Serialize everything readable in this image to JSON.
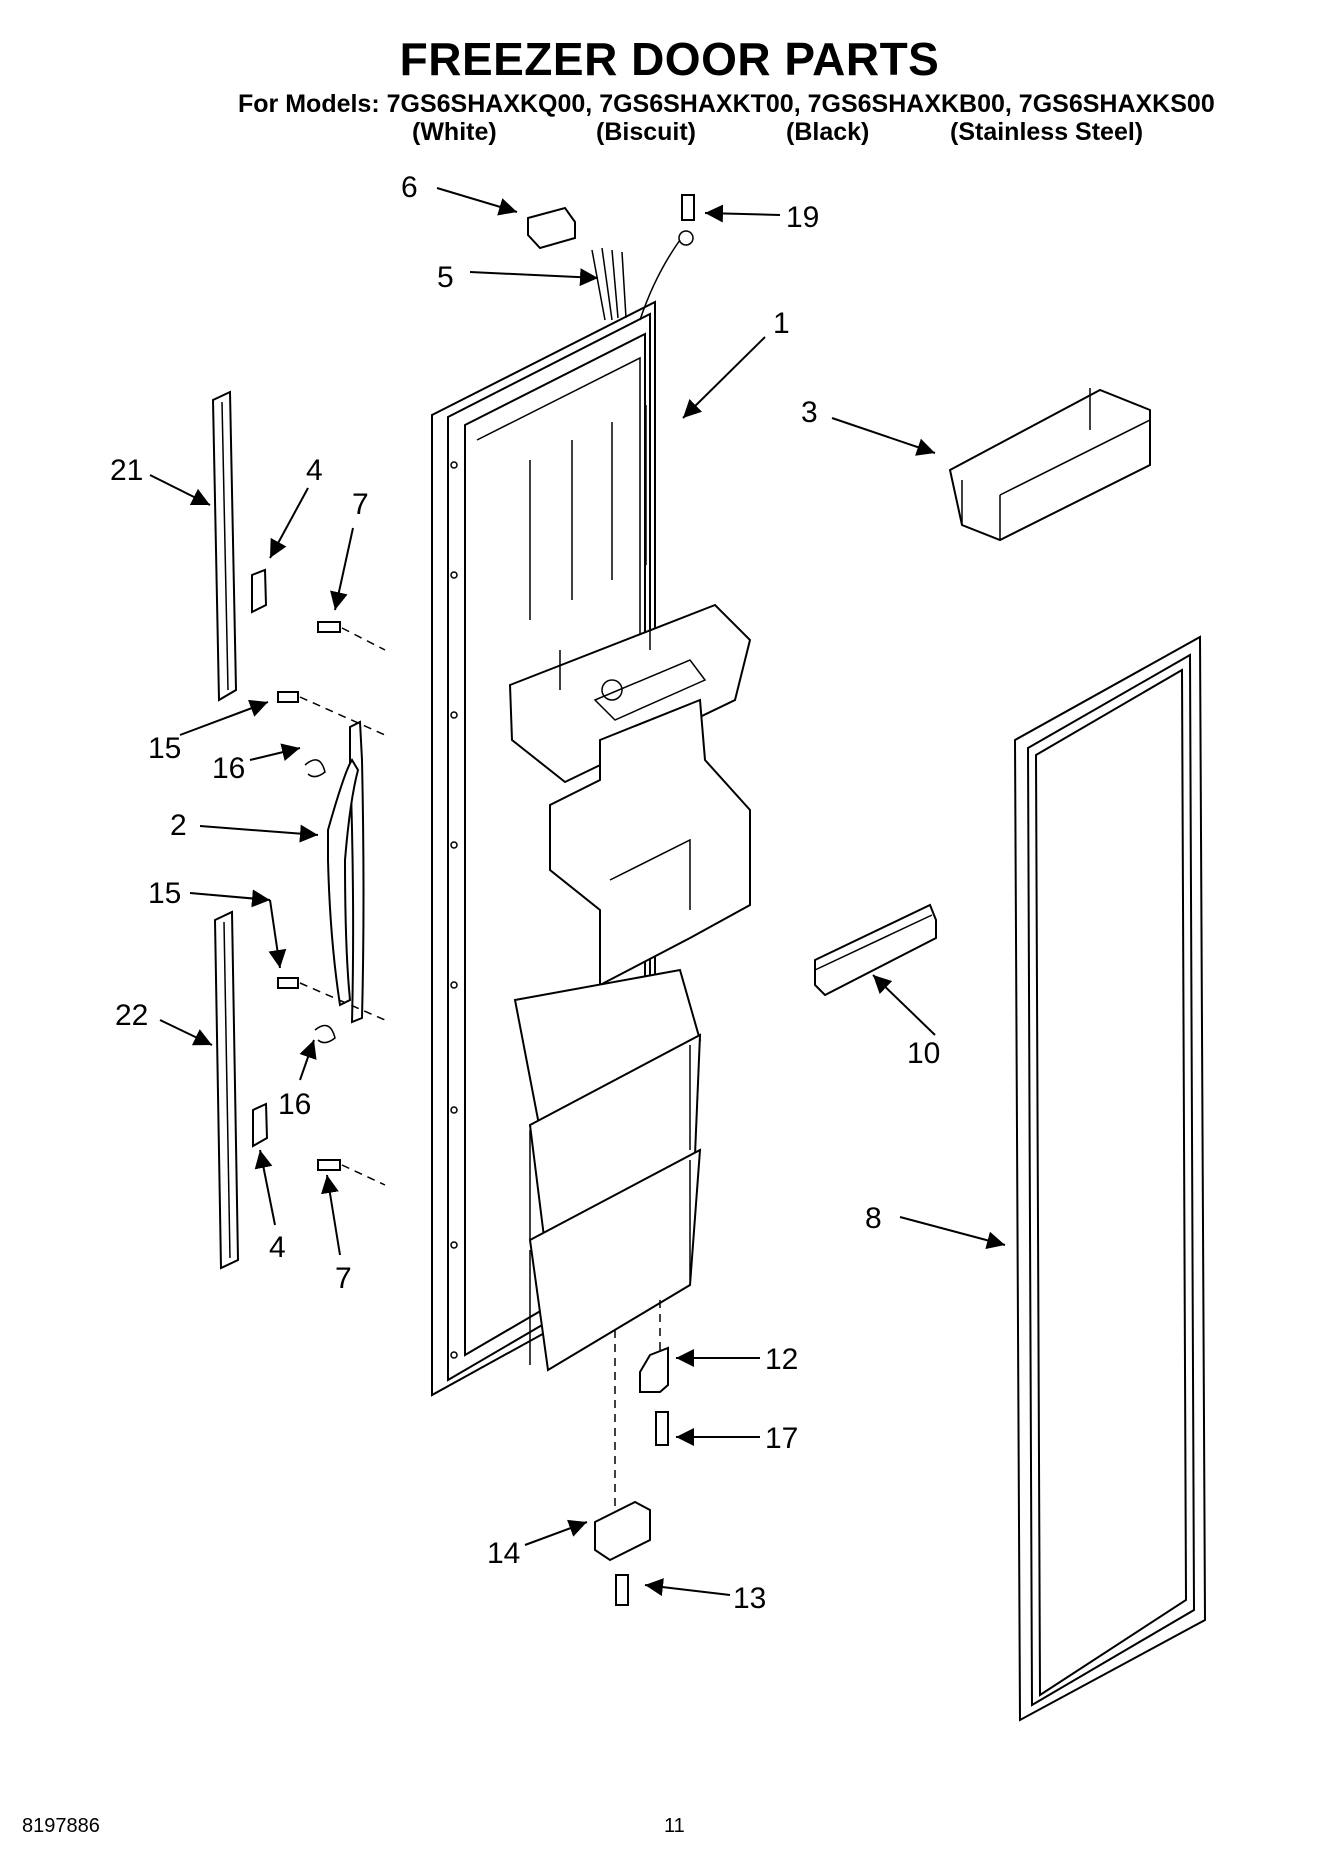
{
  "header": {
    "title": "FREEZER DOOR PARTS",
    "models_line": "For Models: 7GS6SHAXKQ00, 7GS6SHAXKT00, 7GS6SHAXKB00, 7GS6SHAXKS00",
    "colors": [
      "(White)",
      "(Biscuit)",
      "(Black)",
      "(Stainless Steel)"
    ]
  },
  "callouts": {
    "c1": "1",
    "c2": "2",
    "c3": "3",
    "c4a": "4",
    "c4b": "4",
    "c5": "5",
    "c6": "6",
    "c7a": "7",
    "c7b": "7",
    "c8": "8",
    "c10": "10",
    "c12": "12",
    "c13": "13",
    "c14": "14",
    "c15a": "15",
    "c15b": "15",
    "c16a": "16",
    "c16b": "16",
    "c17": "17",
    "c19": "19",
    "c21": "21",
    "c22": "22"
  },
  "footer": {
    "doc_number": "8197886",
    "page_number": "11"
  }
}
